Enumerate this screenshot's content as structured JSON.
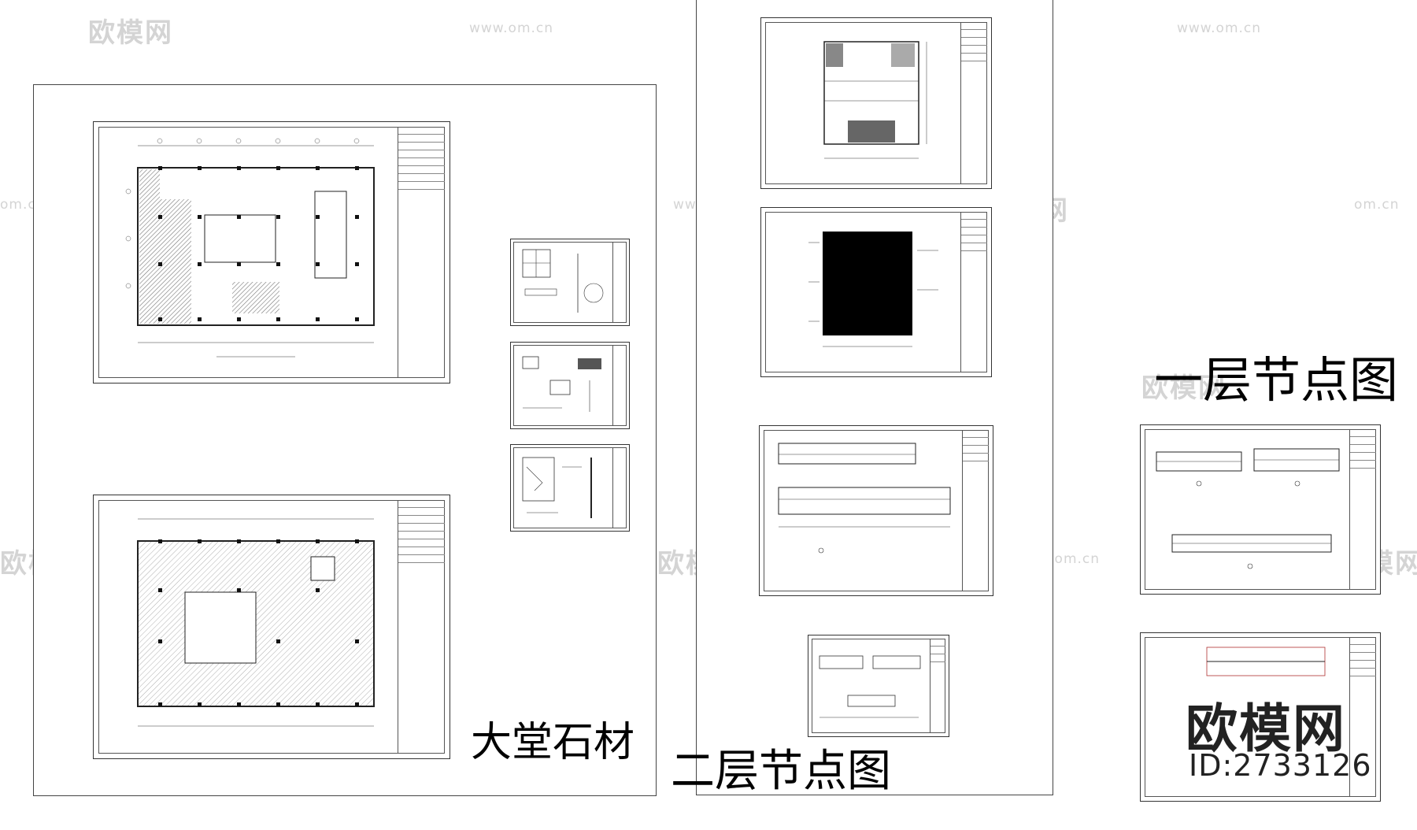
{
  "labels": {
    "lobby_stone": "大堂石材",
    "second_floor_nodes": "二层节点图",
    "first_floor_nodes": "一层节点图"
  },
  "brand": {
    "logo_text": "欧模网",
    "id_text": "ID:2733126"
  },
  "watermarks": {
    "logo": "欧模网",
    "url": "www.om.cn",
    "url_short": "om.cn"
  },
  "colors": {
    "line": "#222222",
    "hatch": "#8a8a8a",
    "watermark": "#d4d4d4",
    "background": "#ffffff"
  }
}
